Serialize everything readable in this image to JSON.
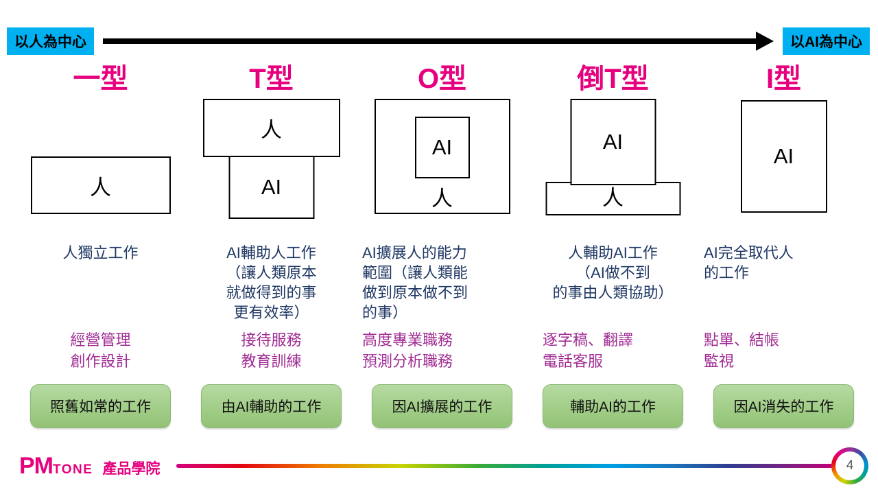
{
  "header": {
    "left_label": "以人為中心",
    "right_label": "以AI為中心"
  },
  "columns": [
    {
      "title": "一型",
      "diagram": {
        "human_label": "人"
      },
      "description_lines": [
        "人獨立工作"
      ],
      "job_examples": [
        "經營管理",
        "創作設計"
      ],
      "work_category": "照舊如常的工作"
    },
    {
      "title": "T型",
      "diagram": {
        "human_label": "人",
        "ai_label": "AI"
      },
      "description_lines": [
        "AI輔助人工作",
        "（讓人類原本",
        "就做得到的事",
        "更有效率）"
      ],
      "job_examples": [
        "接待服務",
        "教育訓練"
      ],
      "work_category": "由AI輔助的工作"
    },
    {
      "title": "O型",
      "diagram": {
        "human_label": "人",
        "ai_label": "AI"
      },
      "description_lines": [
        "AI擴展人的能力",
        "範圍（讓人類能",
        "做到原本做不到",
        "的事）"
      ],
      "job_examples": [
        "高度專業職務",
        "預測分析職務"
      ],
      "work_category": "因AI擴展的工作"
    },
    {
      "title": "倒T型",
      "diagram": {
        "human_label": "人",
        "ai_label": "AI"
      },
      "description_lines": [
        "人輔助AI工作",
        "（AI做不到",
        "的事由人類協助）"
      ],
      "job_examples": [
        "逐字稿、翻譯",
        "電話客服"
      ],
      "work_category": "輔助AI的工作"
    },
    {
      "title": "I型",
      "diagram": {
        "ai_label": "AI"
      },
      "description_lines": [
        "AI完全取代人",
        "的工作"
      ],
      "job_examples": [
        "點單、結帳",
        "監視"
      ],
      "work_category": "因AI消失的工作"
    }
  ],
  "footer": {
    "logo_pm": "PM",
    "logo_tone": "TONE",
    "logo_suffix": "產品學院",
    "page_number": "4"
  },
  "colors": {
    "cyan_label_bg": "#00b0f0",
    "title_magenta": "#e6007e",
    "description_blue": "#203864",
    "jobs_purple": "#a02b93",
    "green_box_fill": "#a9d18e",
    "green_box_border": "#89b974"
  }
}
